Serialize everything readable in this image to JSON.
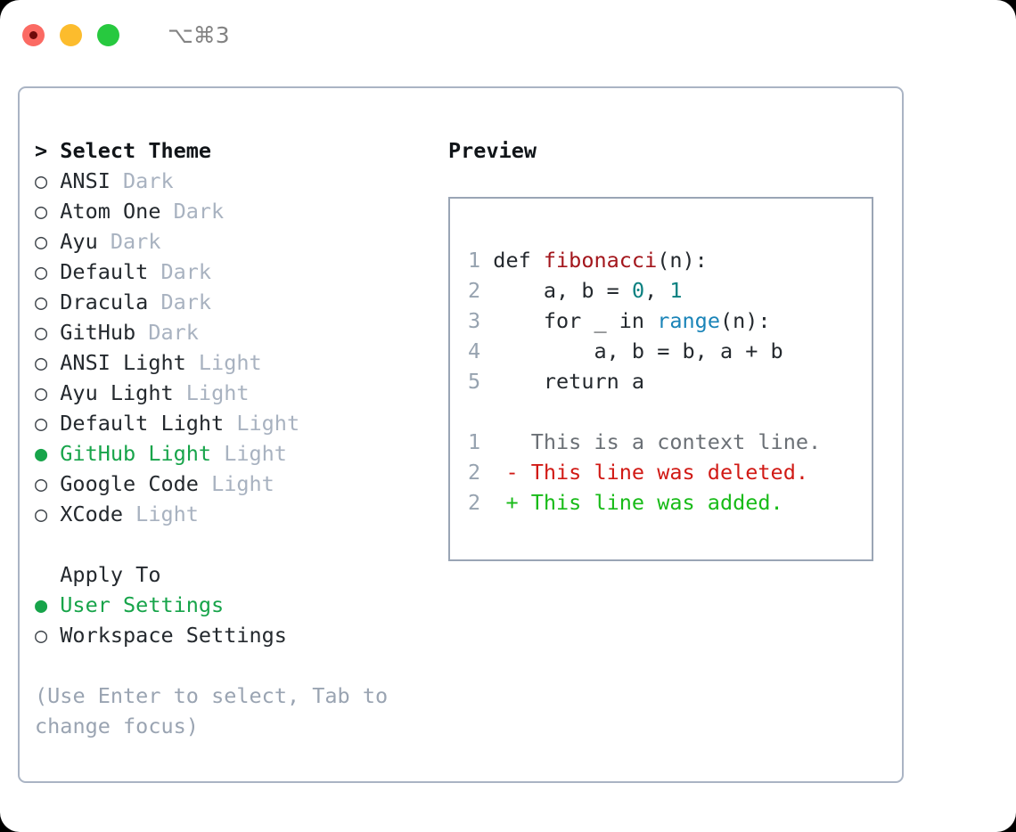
{
  "titlebar": {
    "shortcut": "⌥⌘3",
    "buttons": [
      {
        "name": "close",
        "color": "#fb6a63"
      },
      {
        "name": "minimize",
        "color": "#fcbc2d"
      },
      {
        "name": "zoom",
        "color": "#27c93f"
      }
    ]
  },
  "theme_panel": {
    "header": "> Select Theme",
    "items": [
      {
        "bullet": "○",
        "name": "ANSI",
        "tag": "Dark",
        "selected": false
      },
      {
        "bullet": "○",
        "name": "Atom One",
        "tag": "Dark",
        "selected": false
      },
      {
        "bullet": "○",
        "name": "Ayu",
        "tag": "Dark",
        "selected": false
      },
      {
        "bullet": "○",
        "name": "Default",
        "tag": "Dark",
        "selected": false
      },
      {
        "bullet": "○",
        "name": "Dracula",
        "tag": "Dark",
        "selected": false
      },
      {
        "bullet": "○",
        "name": "GitHub",
        "tag": "Dark",
        "selected": false
      },
      {
        "bullet": "○",
        "name": "ANSI Light",
        "tag": "Light",
        "selected": false
      },
      {
        "bullet": "○",
        "name": "Ayu Light",
        "tag": "Light",
        "selected": false
      },
      {
        "bullet": "○",
        "name": "Default Light",
        "tag": "Light",
        "selected": false
      },
      {
        "bullet": "●",
        "name": "GitHub Light",
        "tag": "Light",
        "selected": true
      },
      {
        "bullet": "○",
        "name": "Google Code",
        "tag": "Light",
        "selected": false
      },
      {
        "bullet": "○",
        "name": "XCode",
        "tag": "Light",
        "selected": false
      }
    ]
  },
  "apply_to": {
    "header": "Apply To",
    "items": [
      {
        "bullet": "●",
        "label": "User Settings",
        "selected": true
      },
      {
        "bullet": "○",
        "label": "Workspace Settings",
        "selected": false
      }
    ]
  },
  "hint": "(Use Enter to select, Tab to change focus)",
  "preview": {
    "title": "Preview",
    "code_lines": [
      {
        "num": "1",
        "tokens": [
          {
            "text": "def ",
            "kind": "plain"
          },
          {
            "text": "fibonacci",
            "kind": "func"
          },
          {
            "text": "(n):",
            "kind": "plain"
          }
        ]
      },
      {
        "num": "2",
        "tokens": [
          {
            "text": "    a, b = ",
            "kind": "plain"
          },
          {
            "text": "0",
            "kind": "num"
          },
          {
            "text": ", ",
            "kind": "plain"
          },
          {
            "text": "1",
            "kind": "num"
          }
        ]
      },
      {
        "num": "3",
        "tokens": [
          {
            "text": "    for _ in ",
            "kind": "plain"
          },
          {
            "text": "range",
            "kind": "call"
          },
          {
            "text": "(n):",
            "kind": "plain"
          }
        ]
      },
      {
        "num": "4",
        "tokens": [
          {
            "text": "        a, b = b, a + b",
            "kind": "plain"
          }
        ]
      },
      {
        "num": "5",
        "tokens": [
          {
            "text": "    return a",
            "kind": "plain"
          }
        ]
      }
    ],
    "diff_lines": [
      {
        "num": "1",
        "marker": "  ",
        "text": "This is a context line.",
        "kind": "ctx"
      },
      {
        "num": "2",
        "marker": "- ",
        "text": "This line was deleted.",
        "kind": "del"
      },
      {
        "num": "2",
        "marker": "+ ",
        "text": "This line was added.",
        "kind": "add"
      }
    ]
  },
  "colors": {
    "selected_green": "#17a44a",
    "tag_gray": "#a8b2c0",
    "hint_gray": "#9aa4b2",
    "panel_border": "#aab4c4",
    "code_border": "#9aa5b5",
    "line_number": "#97a3b0",
    "syntax_function": "#a3161c",
    "syntax_number": "#0b8080",
    "syntax_call": "#1a84b8",
    "diff_context": "#6b7076",
    "diff_deleted": "#d11a15",
    "diff_added": "#18bb18"
  }
}
